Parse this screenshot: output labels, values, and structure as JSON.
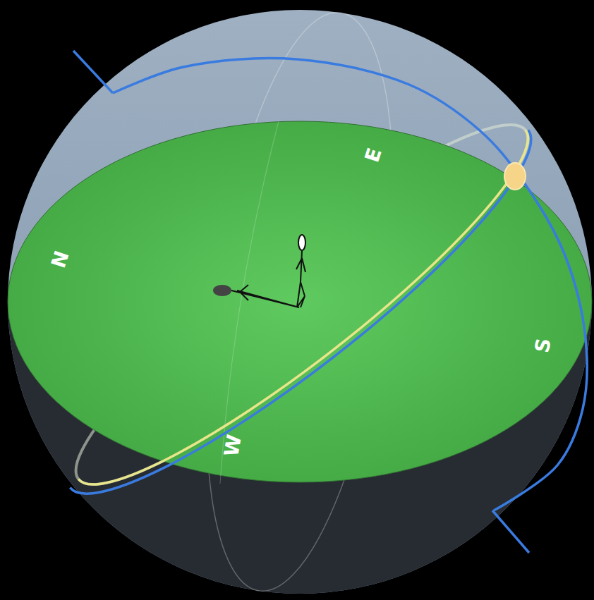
{
  "diagram": {
    "labels": [
      "N",
      "E",
      "S",
      "W"
    ]
  }
}
